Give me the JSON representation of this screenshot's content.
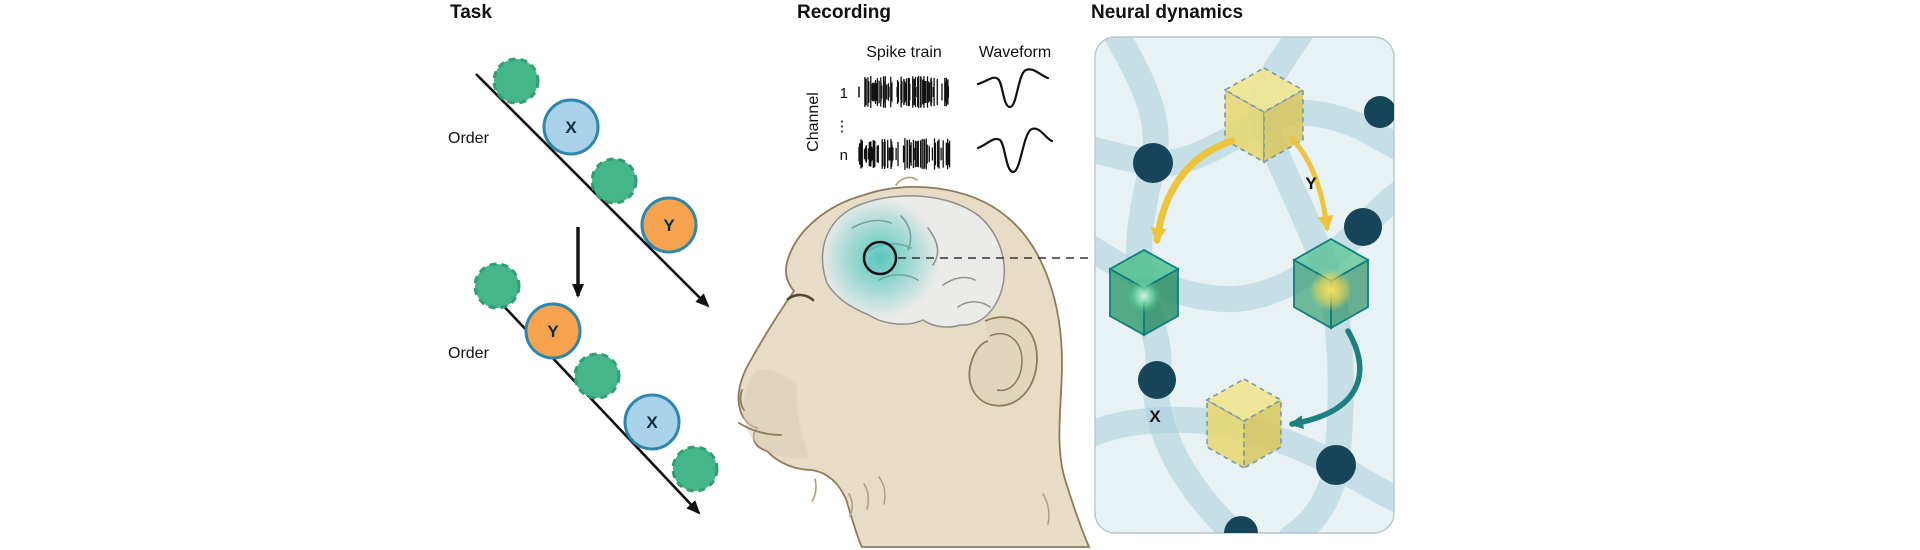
{
  "panels": {
    "task": {
      "title": "Task",
      "sequence1": {
        "order_label": "Order"
      },
      "sequence2": {
        "order_label": "Order"
      },
      "item_x": "X",
      "item_y": "Y"
    },
    "recording": {
      "title": "Recording",
      "spike_train_label": "Spike train",
      "waveform_label": "Waveform",
      "channel_axis_label": "Channel",
      "channel_first": "1",
      "channel_ellipsis": "⋮",
      "channel_last": "n"
    },
    "neural_dynamics": {
      "title": "Neural dynamics",
      "label_y": "Y",
      "label_x": "X"
    }
  },
  "colors": {
    "green": "#45b58a",
    "green_border": "#2f9e74",
    "blue_fill": "#a9d2e8",
    "orange_fill": "#f5a34f",
    "item_border": "#2e86ab",
    "panel_bg": "#e8f2f4",
    "panel_border": "#b7c7cb",
    "node": "#16455a",
    "ribbon": "#a3ccd9",
    "cube_yellow": "#e8da6e",
    "cube_green": "#2fa673",
    "arrow_yellow": "#eec43f",
    "arrow_teal": "#1d7f7f",
    "monkey_skin": "#e7dcc6",
    "brain_fill": "#ebebe9",
    "glow_teal": "#3fc0b6"
  }
}
